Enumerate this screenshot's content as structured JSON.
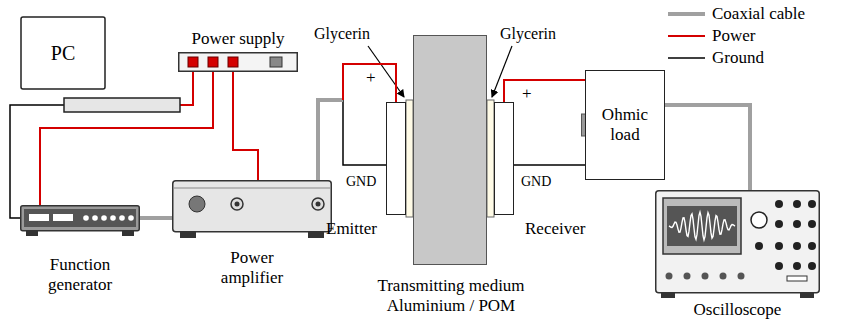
{
  "diagram": {
    "nodes": [
      {
        "text": [
          "PC"
        ]
      },
      {
        "text": [
          "Power supply"
        ]
      },
      {
        "text": [
          "Function generator"
        ]
      },
      {
        "text": [
          "Power amplifier"
        ]
      },
      {
        "text": [
          "Emitter"
        ]
      },
      {
        "text": [
          "Transmitting medium Aluminium / POM"
        ]
      },
      {
        "text": [
          "Receiver"
        ]
      },
      {
        "text": [
          "Ohmic load"
        ]
      },
      {
        "text": [
          "Oscilloscope"
        ]
      }
    ],
    "edges": [
      {
        "from": 0,
        "to": 2,
        "arrow": "none"
      },
      {
        "from": 1,
        "to": 0,
        "arrow": "none"
      },
      {
        "from": 1,
        "to": 2,
        "arrow": "none"
      },
      {
        "from": 1,
        "to": 3,
        "arrow": "none"
      },
      {
        "from": 2,
        "to": 3,
        "arrow": "none"
      },
      {
        "from": 3,
        "to": 4,
        "arrow": "none"
      },
      {
        "from": 6,
        "to": 7,
        "arrow": "none"
      },
      {
        "from": 7,
        "to": 8,
        "arrow": "none"
      }
    ],
    "labels": [
      "Glycerin",
      "Glycerin",
      "+",
      "GND",
      "+",
      "GND"
    ],
    "legend": [
      {
        "text": "Coaxial cable"
      },
      {
        "text": "Power"
      },
      {
        "text": "Ground"
      }
    ]
  }
}
